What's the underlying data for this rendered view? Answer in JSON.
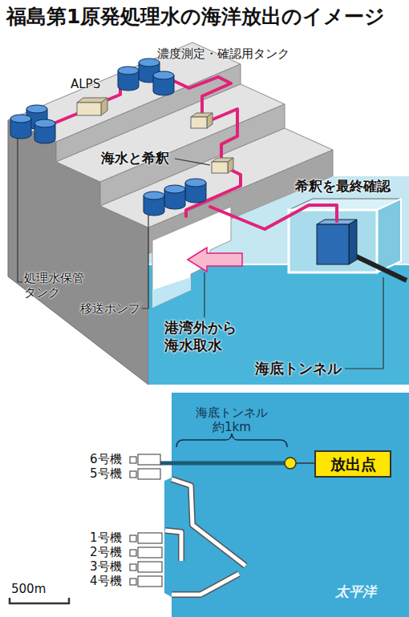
{
  "diagram": {
    "title": "福島第1原発処理水の海洋放出のイメージ",
    "nodes": [
      {
        "text": [
          "放出点"
        ]
      }
    ],
    "labels": [
      "ALPS",
      "濃度測定・確認用タンク",
      "海水と希釈",
      "希釈を最終確認",
      "処理水保管 タンク",
      "移送ポンプ",
      "港湾外から 海水取水",
      "海底トンネル",
      "海底トンネル 約1km",
      "6号機",
      "5号機",
      "1号機",
      "2号機",
      "3号機",
      "4号機",
      "500m",
      "太平洋"
    ]
  }
}
